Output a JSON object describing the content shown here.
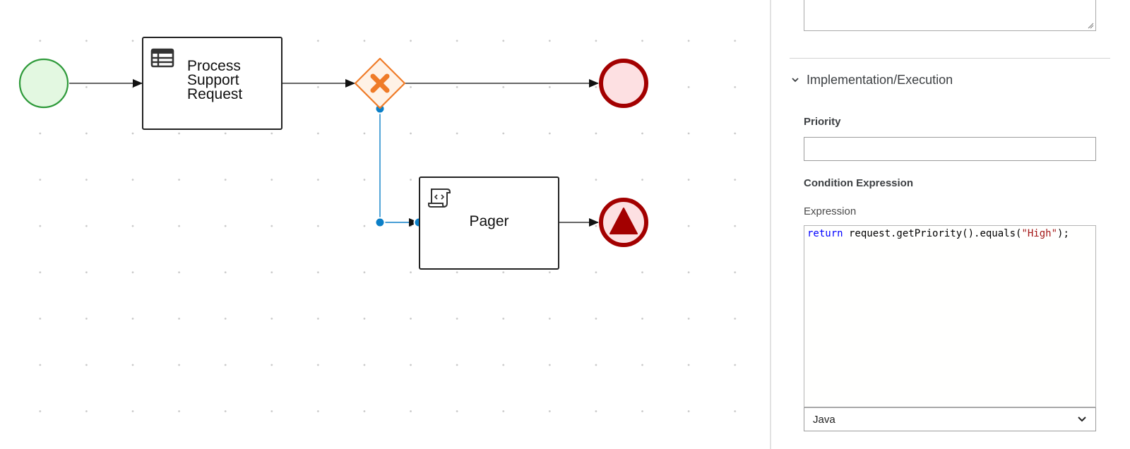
{
  "canvas": {
    "tasks": {
      "process": {
        "label": "Process\nSupport\nRequest",
        "icon": "user-task-table-icon"
      },
      "pager": {
        "label": "Pager",
        "icon": "script-task-icon"
      }
    },
    "events": {
      "start": "start-event-icon",
      "end_plain": "end-event-icon",
      "end_escalation": "escalation-end-event-icon"
    },
    "gateway": {
      "icon": "exclusive-gateway-icon"
    },
    "colors": {
      "start_fill": "#e3f8e1",
      "start_stroke": "#2e9a3a",
      "end_fill": "#fde0e2",
      "end_stroke": "#a30000",
      "gateway_fill": "#fff2e6",
      "gateway_stroke": "#ef7b28",
      "selection": "#0b7fc7"
    }
  },
  "properties_panel": {
    "section_title": "Implementation/Execution",
    "priority": {
      "label": "Priority",
      "value": "",
      "placeholder": ""
    },
    "condition_expression": {
      "label": "Condition Expression",
      "expression_label": "Expression",
      "code": {
        "keyword": "return",
        "call": " request.getPriority().equals(",
        "string": "\"High\"",
        "end": ");"
      },
      "language": "Java"
    }
  }
}
